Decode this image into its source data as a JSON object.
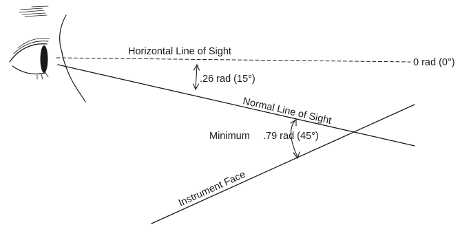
{
  "labels": {
    "horizontal_line_of_sight": "Horizontal Line of Sight",
    "zero_angle": "0 rad (0°)",
    "normal_angle": ".26 rad (15°)",
    "normal_line_of_sight": "Normal Line of Sight",
    "minimum": "Minimum",
    "minimum_angle": ".79 rad (45°)",
    "instrument_face": "Instrument Face"
  },
  "colors": {
    "ink": "#1a1a1a",
    "background": "#ffffff"
  },
  "icons": {
    "observer": "eye-profile-icon"
  }
}
